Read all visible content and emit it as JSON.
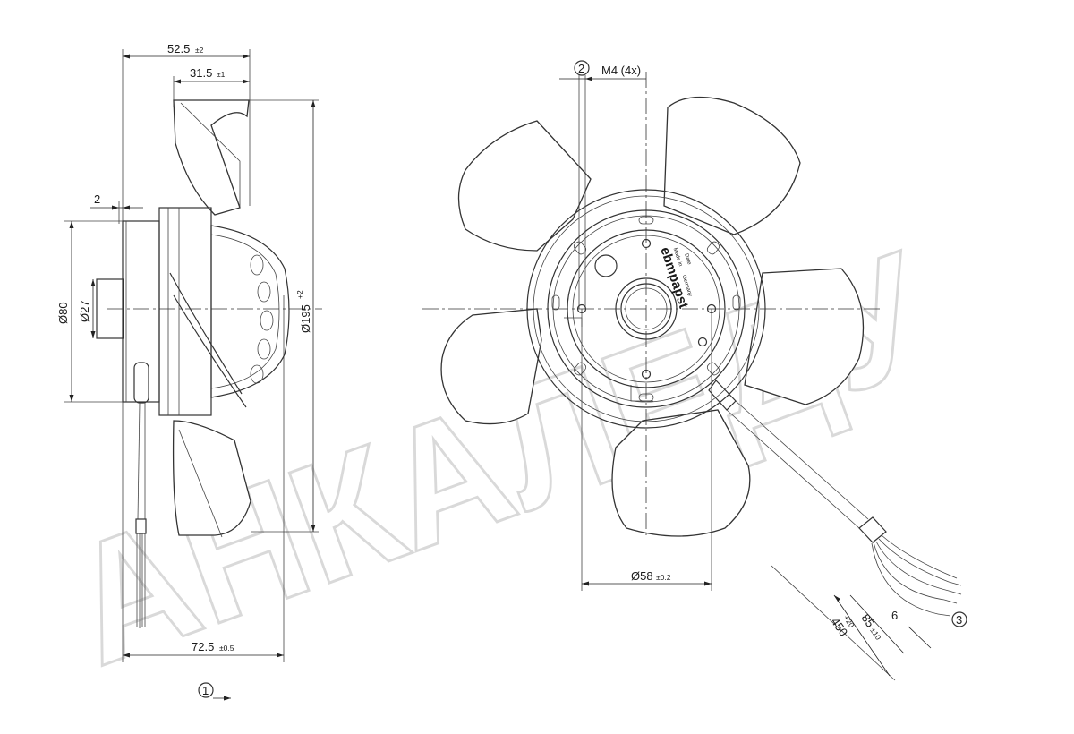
{
  "watermark": "АНКАЛЕДУ",
  "side_view": {
    "dim_overall_depth": "52.5",
    "dim_overall_depth_tol": "±2",
    "dim_blade_depth": "31.5",
    "dim_blade_depth_tol": "±1",
    "dim_flange": "2",
    "dim_rotor_diameter": "Ø80",
    "dim_shaft_diameter": "Ø27",
    "dim_fan_diameter": "Ø195",
    "dim_fan_diameter_tol": "+2",
    "dim_total_depth": "72.5",
    "dim_total_depth_tol": "±0.5",
    "callout_1": "1"
  },
  "front_view": {
    "callout_2": "2",
    "thread_label": "M4 (4x)",
    "dim_bolt_circle": "Ø58",
    "dim_bolt_circle_tol": "±0.2",
    "dim_lead_length": "450",
    "dim_lead_length_tol": "+20",
    "dim_strip_length": "85",
    "dim_strip_length_tol": "±10",
    "dim_strip_end": "6",
    "callout_3": "3",
    "brand_label": "ebmpapst",
    "nameplate_lines": [
      "Made in",
      "Germany",
      "Date"
    ]
  },
  "colors": {
    "line": "#333333",
    "watermark": "#d9d9d9",
    "background": "#ffffff"
  }
}
